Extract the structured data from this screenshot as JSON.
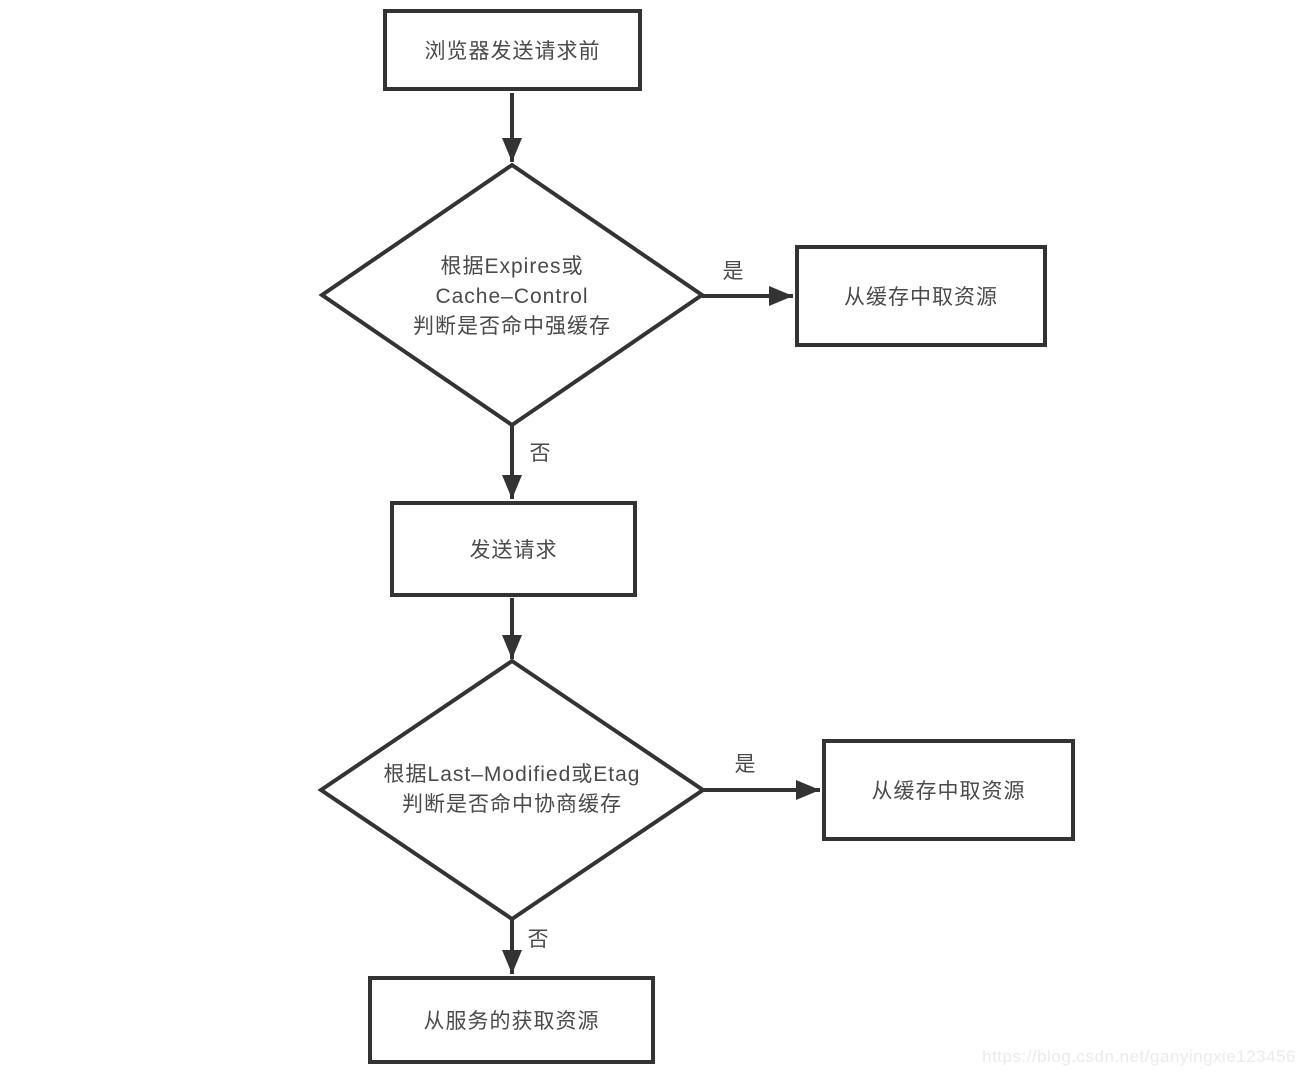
{
  "flowchart": {
    "start": {
      "label": "浏览器发送请求前"
    },
    "decision1": {
      "lines": [
        "根据Expires或",
        "Cache–Control",
        "判断是否命中强缓存"
      ]
    },
    "cache1": {
      "label": "从缓存中取资源"
    },
    "send": {
      "label": "发送请求"
    },
    "decision2": {
      "lines": [
        "根据Last–Modified或Etag",
        "判断是否命中协商缓存"
      ]
    },
    "cache2": {
      "label": "从缓存中取资源"
    },
    "server": {
      "label": "从服务的获取资源"
    },
    "edge_labels": {
      "yes1": "是",
      "no1": "否",
      "yes2": "是",
      "no2": "否"
    },
    "colors": {
      "stroke": "#333333",
      "text": "#4a4a4a",
      "background": "#ffffff",
      "watermark": "#ebebeb"
    }
  },
  "watermark": {
    "text": "https://blog.csdn.net/ganyingxie123456"
  }
}
